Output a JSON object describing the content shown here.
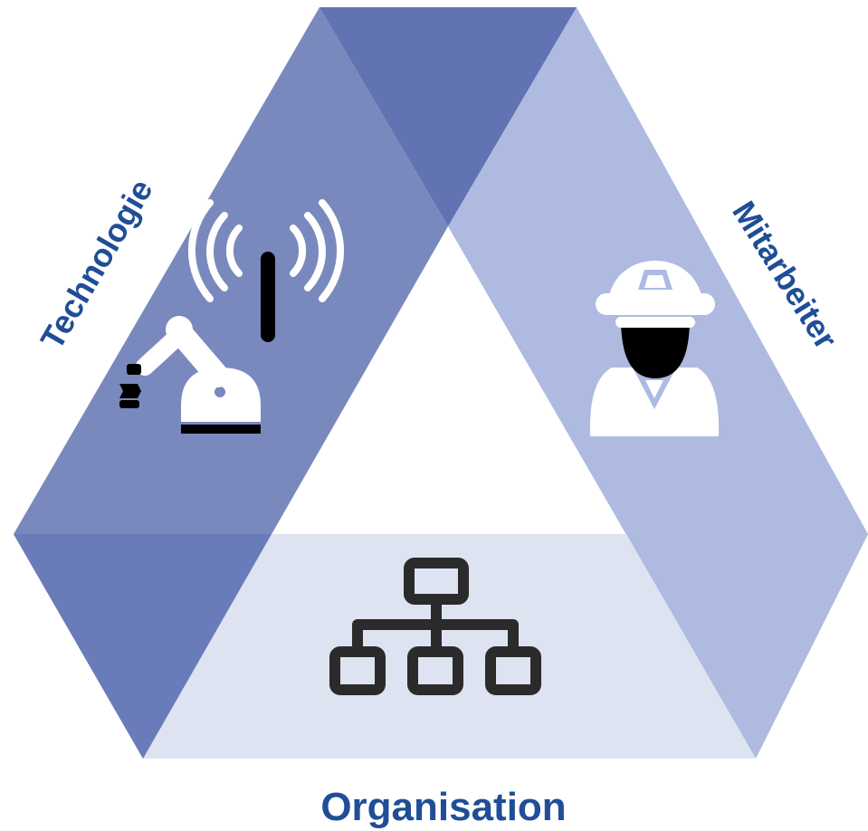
{
  "diagram": {
    "segments": [
      {
        "id": "technologie",
        "label": "Technologie",
        "icons": [
          "signal-antenna-icon",
          "robot-arm-icon"
        ]
      },
      {
        "id": "mitarbeiter",
        "label": "Mitarbeiter",
        "icons": [
          "worker-hard-hat-icon"
        ]
      },
      {
        "id": "organisation",
        "label": "Organisation",
        "icons": [
          "org-chart-icon"
        ]
      }
    ],
    "colors": {
      "label_text": "#1F4E96",
      "technologie_band": "#7A89BD",
      "mitarbeiter_band": "#AEBAE0",
      "organisation_band": "#DEE3F2",
      "overlap_dark": "#6173B2",
      "icon_white": "#FFFFFF",
      "icon_black": "#000000",
      "icon_dark": "#2B2B2B"
    }
  }
}
